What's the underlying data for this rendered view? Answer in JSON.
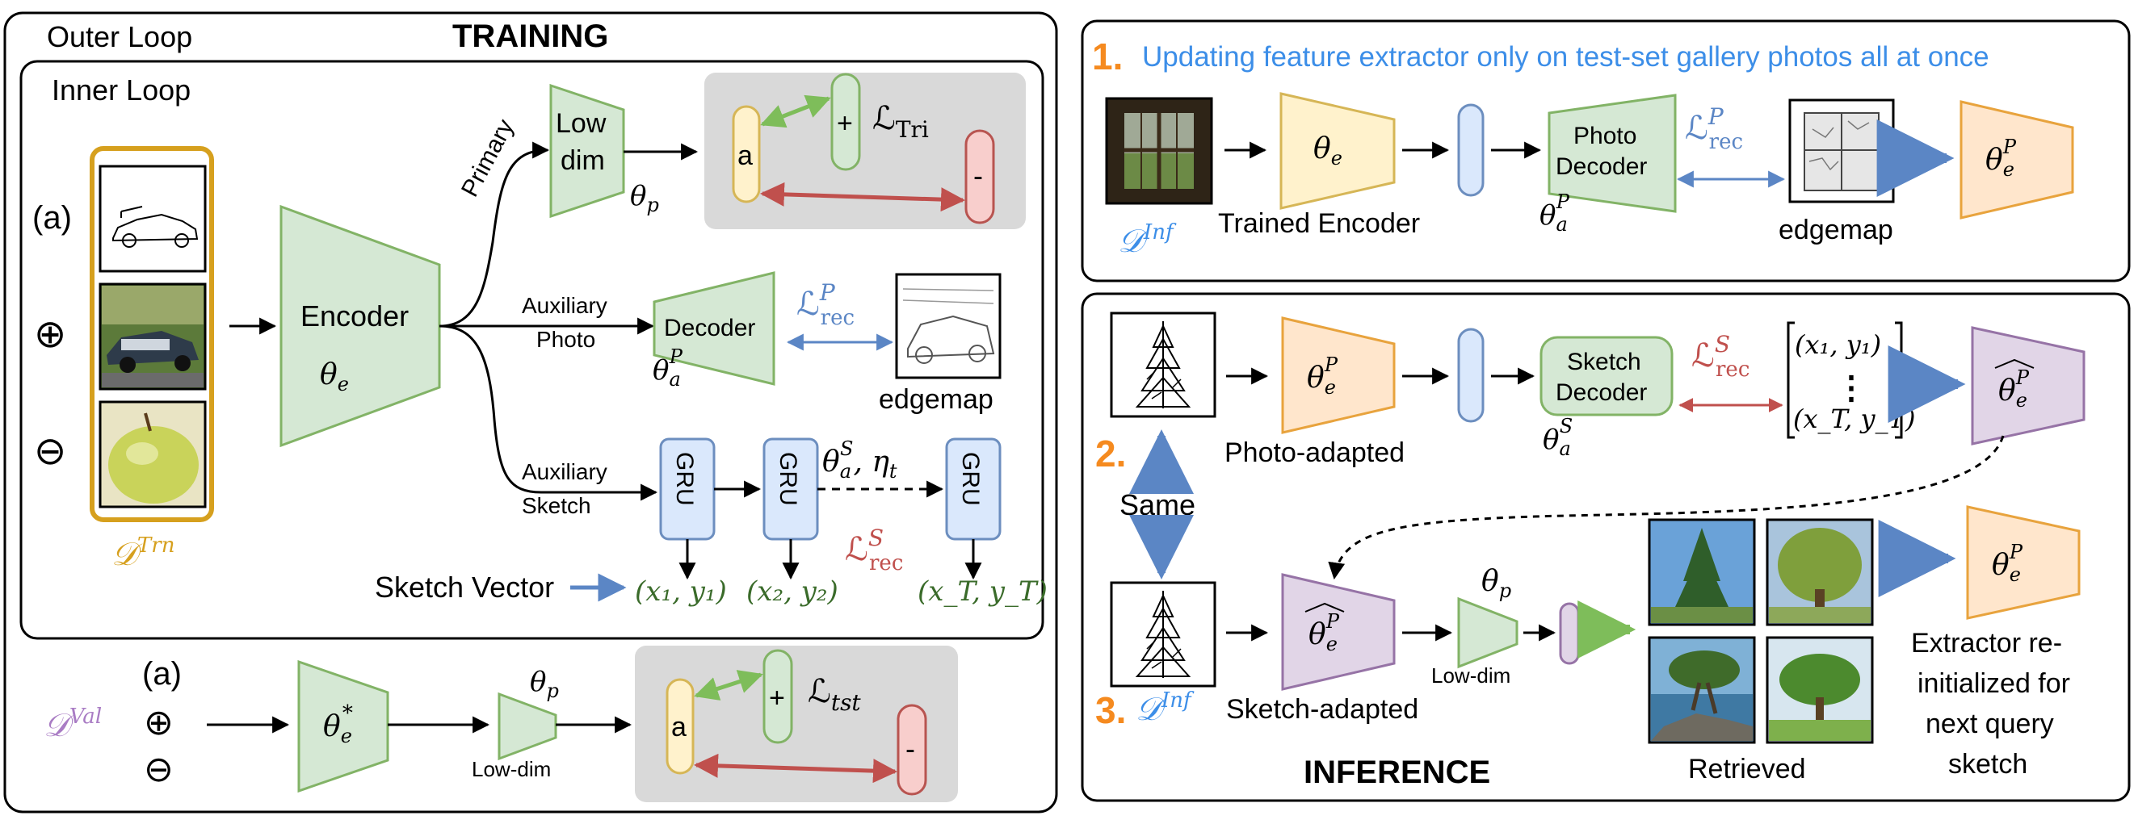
{
  "colors": {
    "green_fill": "#d5e8d4",
    "green_stroke": "#82b366",
    "yellow_fill": "#fff2cc",
    "yellow_stroke": "#d6b656",
    "orange_fill": "#ffe6cc",
    "orange_stroke": "#e8a33d",
    "purple_fill": "#e1d5e7",
    "purple_stroke": "#9673a6",
    "blue_fill": "#dae8fc",
    "blue_stroke": "#6c8ebf",
    "red_fill": "#f8cecc",
    "red_stroke": "#b85450",
    "gold_frame": "#d6a01e",
    "blue_text": "#3c8ee8",
    "orange_step": "#f58a1f",
    "purple_text": "#a97cc4",
    "red_loss": "#c0504d",
    "blue_arrow": "#5b86c5",
    "green_arrow": "#7ebd5a",
    "grey_panel": "#d9d9d9"
  },
  "training": {
    "title": "TRAINING",
    "outer_loop": "Outer Loop",
    "inner_loop": "Inner Loop",
    "triplet_label": "(a)",
    "plus_sign": "⊕",
    "minus_sign": "⊖",
    "dataset_trn": "𝒟",
    "dataset_trn_sup": "Trn",
    "encoder_label": "Encoder",
    "theta_e": "θ",
    "theta_e_sub": "e",
    "branch_primary": "Primary",
    "branch_aux_photo_1": "Auxiliary",
    "branch_aux_photo_2": "Photo",
    "branch_aux_sketch_1": "Auxiliary",
    "branch_aux_sketch_2": "Sketch",
    "lowdim_1": "Low",
    "lowdim_2": "dim",
    "theta_p": "θ",
    "theta_p_sub": "p",
    "anchor": "a",
    "positive": "+",
    "negative": "-",
    "loss_tri": "ℒ",
    "loss_tri_sub": "Tri",
    "decoder_label": "Decoder",
    "theta_a": "θ",
    "theta_a_sub": "a",
    "theta_a_sup_photo": "P",
    "theta_a_sup_sketch": "S",
    "eta": ", η",
    "eta_sub": "t",
    "loss_rec": "ℒ",
    "loss_rec_sub": "rec",
    "loss_rec_sup_photo": "P",
    "loss_rec_sup_sketch": "S",
    "edgemap": "edgemap",
    "gru": "GRU",
    "sketch_vector": "Sketch Vector",
    "coord_1": "(x₁, y₁)",
    "coord_2": "(x₂, y₂)",
    "coord_T": "(x_T, y_T)"
  },
  "validation": {
    "dataset_val": "𝒟",
    "dataset_val_sup": "Val",
    "triplet_label": "(a)",
    "plus_sign": "⊕",
    "minus_sign": "⊖",
    "theta_e_star": "θ",
    "theta_e_star_sub": "e",
    "theta_e_star_sup": "*",
    "theta_p": "θ",
    "theta_p_sub": "p",
    "lowdim": "Low-dim",
    "anchor": "a",
    "positive": "+",
    "negative": "-",
    "loss_tst": "ℒ",
    "loss_tst_sub": "tst"
  },
  "inference": {
    "step1_num": "1.",
    "step1_title": "Updating feature extractor only on test-set gallery photos all at once",
    "dataset_inf": "𝒟",
    "dataset_inf_sup": "Inf",
    "trained_encoder": "Trained Encoder",
    "theta_e": "θ",
    "theta_e_sub": "e",
    "photo_decoder_1": "Photo",
    "photo_decoder_2": "Decoder",
    "theta_a": "θ",
    "theta_a_sub": "a",
    "theta_a_sup_photo": "P",
    "theta_a_sup_sketch": "S",
    "loss_rec": "ℒ",
    "loss_rec_sub": "rec",
    "loss_rec_sup_photo": "P",
    "loss_rec_sup_sketch": "S",
    "edgemap": "edgemap",
    "theta_eP": "θ",
    "theta_eP_sub": "e",
    "theta_eP_sup": "P",
    "title": "INFERENCE",
    "step2_num": "2.",
    "step3_num": "3.",
    "same": "Same",
    "photo_adapted": "Photo-adapted",
    "sketch_decoder_1": "Sketch",
    "sketch_decoder_2": "Decoder",
    "vector_row1": "(x₁, y₁)",
    "vector_dots": "⋮",
    "vector_rowT": "(x_T, y_T)",
    "sketch_adapted": "Sketch-adapted",
    "theta_p": "θ",
    "theta_p_sub": "p",
    "lowdim": "Low-dim",
    "retrieved": "Retrieved",
    "reinit_1": "Extractor re-",
    "reinit_2": "initialized for",
    "reinit_3": "next query",
    "reinit_4": "sketch"
  }
}
